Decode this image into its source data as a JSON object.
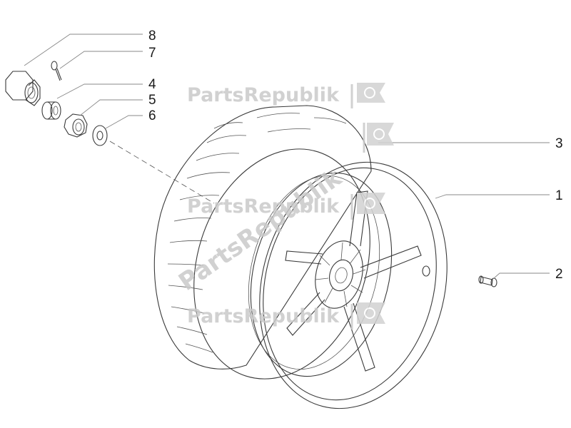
{
  "watermark": {
    "brand_text": "PartsRepublik"
  },
  "callouts": [
    {
      "id": "1",
      "label": "1",
      "part": "rim"
    },
    {
      "id": "2",
      "label": "2",
      "part": "valve"
    },
    {
      "id": "3",
      "label": "3",
      "part": "tyre"
    },
    {
      "id": "4",
      "label": "4",
      "part": "spacer"
    },
    {
      "id": "5",
      "label": "5",
      "part": "nut"
    },
    {
      "id": "6",
      "label": "6",
      "part": "washer"
    },
    {
      "id": "7",
      "label": "7",
      "part": "split-pin"
    },
    {
      "id": "8",
      "label": "8",
      "part": "cap-nut"
    }
  ],
  "colors": {
    "line": "#3a3a3a",
    "leader": "#8a8a8a",
    "watermark": "#c9c9c9",
    "background": "#ffffff"
  }
}
